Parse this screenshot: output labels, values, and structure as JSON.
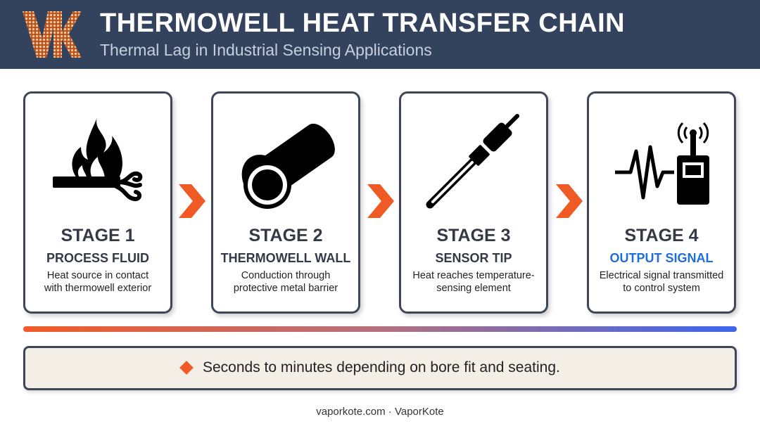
{
  "header": {
    "title": "THERMOWELL HEAT TRANSFER CHAIN",
    "subtitle": "Thermal Lag in Industrial Sensing Applications"
  },
  "stages": [
    {
      "stage": "STAGE 1",
      "name": "PROCESS FLUID",
      "desc_line1": "Heat source in contact",
      "desc_line2": "with thermowell exterior",
      "icon": "flame-pipe-icon"
    },
    {
      "stage": "STAGE 2",
      "name": "THERMOWELL WALL",
      "desc_line1": "Conduction through",
      "desc_line2": "protective metal barrier",
      "icon": "tube-icon"
    },
    {
      "stage": "STAGE 3",
      "name": "SENSOR TIP",
      "desc_line1": "Heat reaches temperature-",
      "desc_line2": "sensing element",
      "icon": "probe-icon"
    },
    {
      "stage": "STAGE 4",
      "name": "OUTPUT SIGNAL",
      "desc_line1": "Electrical signal transmitted",
      "desc_line2": "to control system",
      "icon": "signal-transmitter-icon"
    }
  ],
  "note": {
    "text": "Seconds to minutes depending on bore fit and seating."
  },
  "footer": {
    "text": "vaporkote.com · VaporKote"
  },
  "colors": {
    "header_bg": "#34435d",
    "accent_orange": "#f05a24",
    "accent_blue": "#1f6fd6",
    "gradient_start": "#f25a27",
    "gradient_end": "#3c66ee",
    "note_bg": "#f4efe6"
  }
}
